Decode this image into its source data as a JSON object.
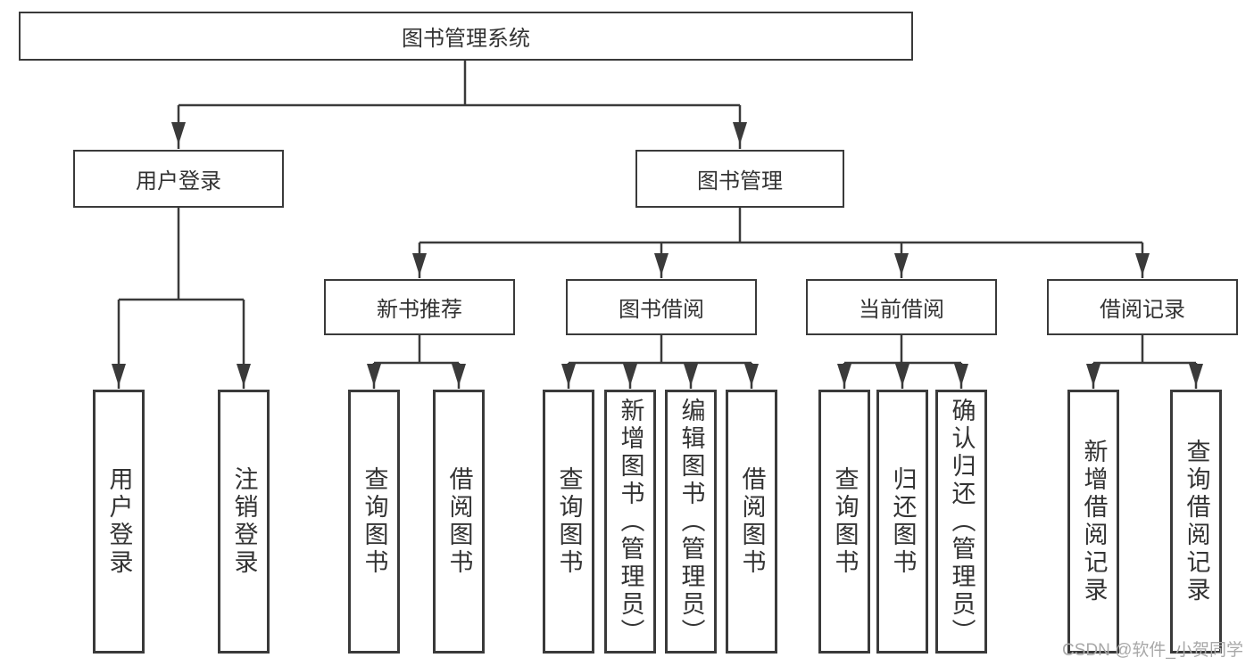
{
  "diagram_type": "hierarchy-tree",
  "tree": {
    "label": "图书管理系统",
    "children": [
      {
        "label": "用户登录",
        "children": [
          {
            "label": "用户登录"
          },
          {
            "label": "注销登录"
          }
        ]
      },
      {
        "label": "图书管理",
        "children": [
          {
            "label": "新书推荐",
            "children": [
              {
                "label": "查询图书"
              },
              {
                "label": "借阅图书"
              }
            ]
          },
          {
            "label": "图书借阅",
            "children": [
              {
                "label": "查询图书"
              },
              {
                "label": "新增图书（管理员）"
              },
              {
                "label": "编辑图书（管理员）"
              },
              {
                "label": "借阅图书"
              }
            ]
          },
          {
            "label": "当前借阅",
            "children": [
              {
                "label": "查询图书"
              },
              {
                "label": "归还图书"
              },
              {
                "label": "确认归还（管理员）"
              }
            ]
          },
          {
            "label": "借阅记录",
            "children": [
              {
                "label": "新增借阅记录"
              },
              {
                "label": "查询借阅记录"
              }
            ]
          }
        ]
      }
    ]
  },
  "watermark": {
    "text": "CSDN @软件_小贺同学"
  },
  "colors": {
    "line": "#3a3a3a",
    "box_border": "#3a3a3a",
    "text": "#333333",
    "background": "#ffffff",
    "watermark": "#a8a8a8"
  }
}
